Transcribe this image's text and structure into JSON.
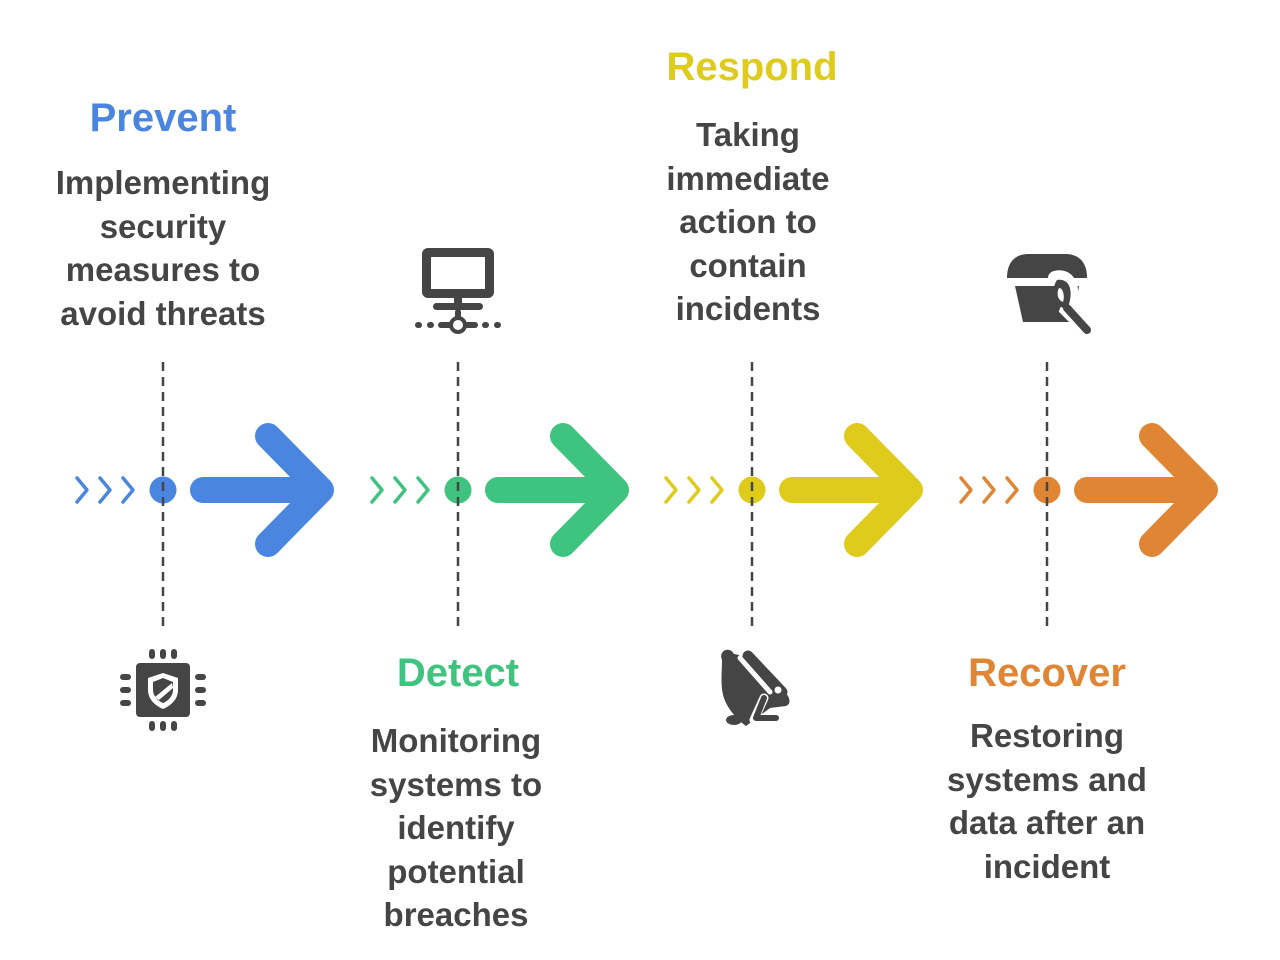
{
  "diagram": {
    "type": "process-timeline",
    "text_color": "#454545",
    "icon_color": "#454545",
    "connector_color": "#454545",
    "steps": [
      {
        "title": "Prevent",
        "description": "Implementing security measures to avoid threats",
        "description_lines": [
          "Implementing",
          "security",
          "measures to",
          "avoid threats"
        ],
        "color": "#4A86E0",
        "icon": "chip-shield-icon",
        "text_position": "top",
        "icon_position": "bottom"
      },
      {
        "title": "Detect",
        "description": "Monitoring systems to identify potential breaches",
        "description_lines": [
          "Monitoring",
          "systems to",
          "identify",
          "potential",
          "breaches"
        ],
        "color": "#3EC47F",
        "icon": "network-monitor-icon",
        "text_position": "bottom",
        "icon_position": "top"
      },
      {
        "title": "Respond",
        "description": "Taking immediate action to contain incidents",
        "description_lines": [
          "Taking",
          "immediate",
          "action to",
          "contain",
          "incidents"
        ],
        "color": "#DECB1B",
        "icon": "running-rabbit-icon",
        "text_position": "top",
        "icon_position": "bottom"
      },
      {
        "title": "Recover",
        "description": "Restoring systems and data after an incident",
        "description_lines": [
          "Restoring",
          "systems and",
          "data after an",
          "incident"
        ],
        "color": "#E08533",
        "icon": "bucket-brush-icon",
        "text_position": "bottom",
        "icon_position": "top"
      }
    ]
  }
}
